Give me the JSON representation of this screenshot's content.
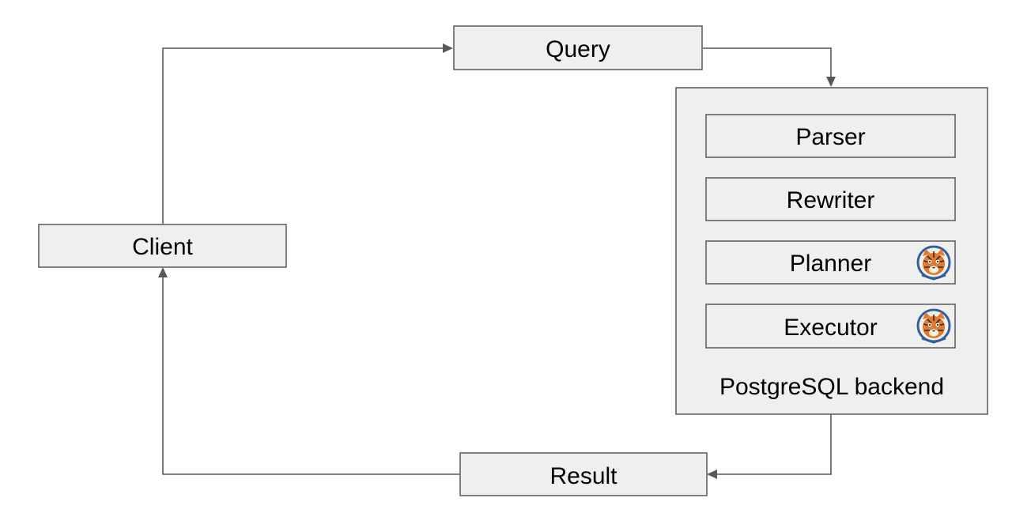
{
  "diagram": {
    "nodes": {
      "client": "Client",
      "query": "Query",
      "result": "Result",
      "backend": "PostgreSQL backend",
      "parser": "Parser",
      "rewriter": "Rewriter",
      "planner": "Planner",
      "executor": "Executor"
    },
    "icons": {
      "planner": "tiger-mascot-icon",
      "executor": "tiger-mascot-icon"
    },
    "colors": {
      "box_fill": "#efefef",
      "box_stroke": "#595959",
      "connector": "#595959",
      "icon_orange": "#e07a2e",
      "icon_blue": "#2f5f9e"
    }
  }
}
